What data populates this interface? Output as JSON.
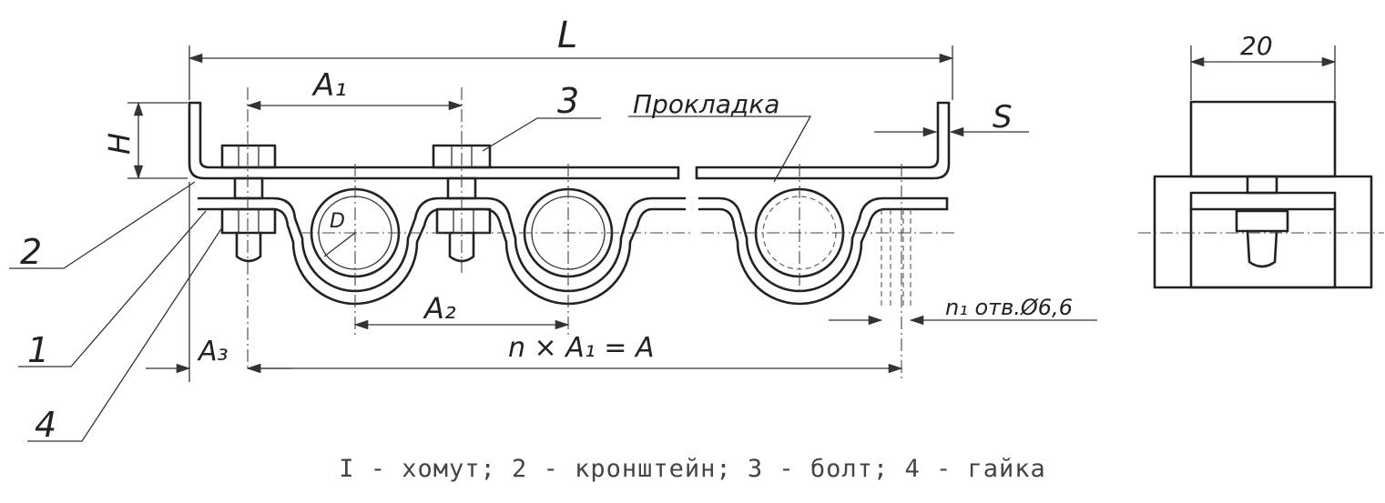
{
  "dimensions": {
    "L": "L",
    "A1": "A₁",
    "H": "H",
    "S": "S",
    "A2": "A₂",
    "A3": "A₃",
    "D": "D",
    "nA1": "n × A₁ = A",
    "holes": "n₁ отв.Ø6,6",
    "width_side": "20"
  },
  "labels": {
    "gasket": "Прокладка",
    "p1": "1",
    "p2": "2",
    "p3": "3",
    "p4": "4"
  },
  "caption": "I - хомут; 2 - кронштейн; 3 - болт; 4 - гайка"
}
